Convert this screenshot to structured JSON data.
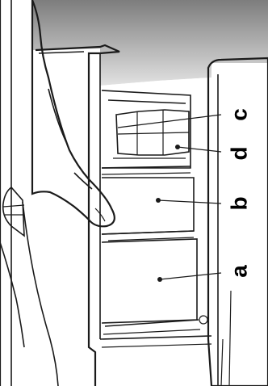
{
  "labels": {
    "a": "a",
    "b": "b",
    "c": "c",
    "d": "d"
  },
  "colors": {
    "ceiling_gradient_top": "#8a8a8a",
    "ceiling_gradient_bottom": "#e8e8e8",
    "ice_tray": "#9a9a9a",
    "stroke": "#1a1a1a",
    "background": "#ffffff"
  }
}
